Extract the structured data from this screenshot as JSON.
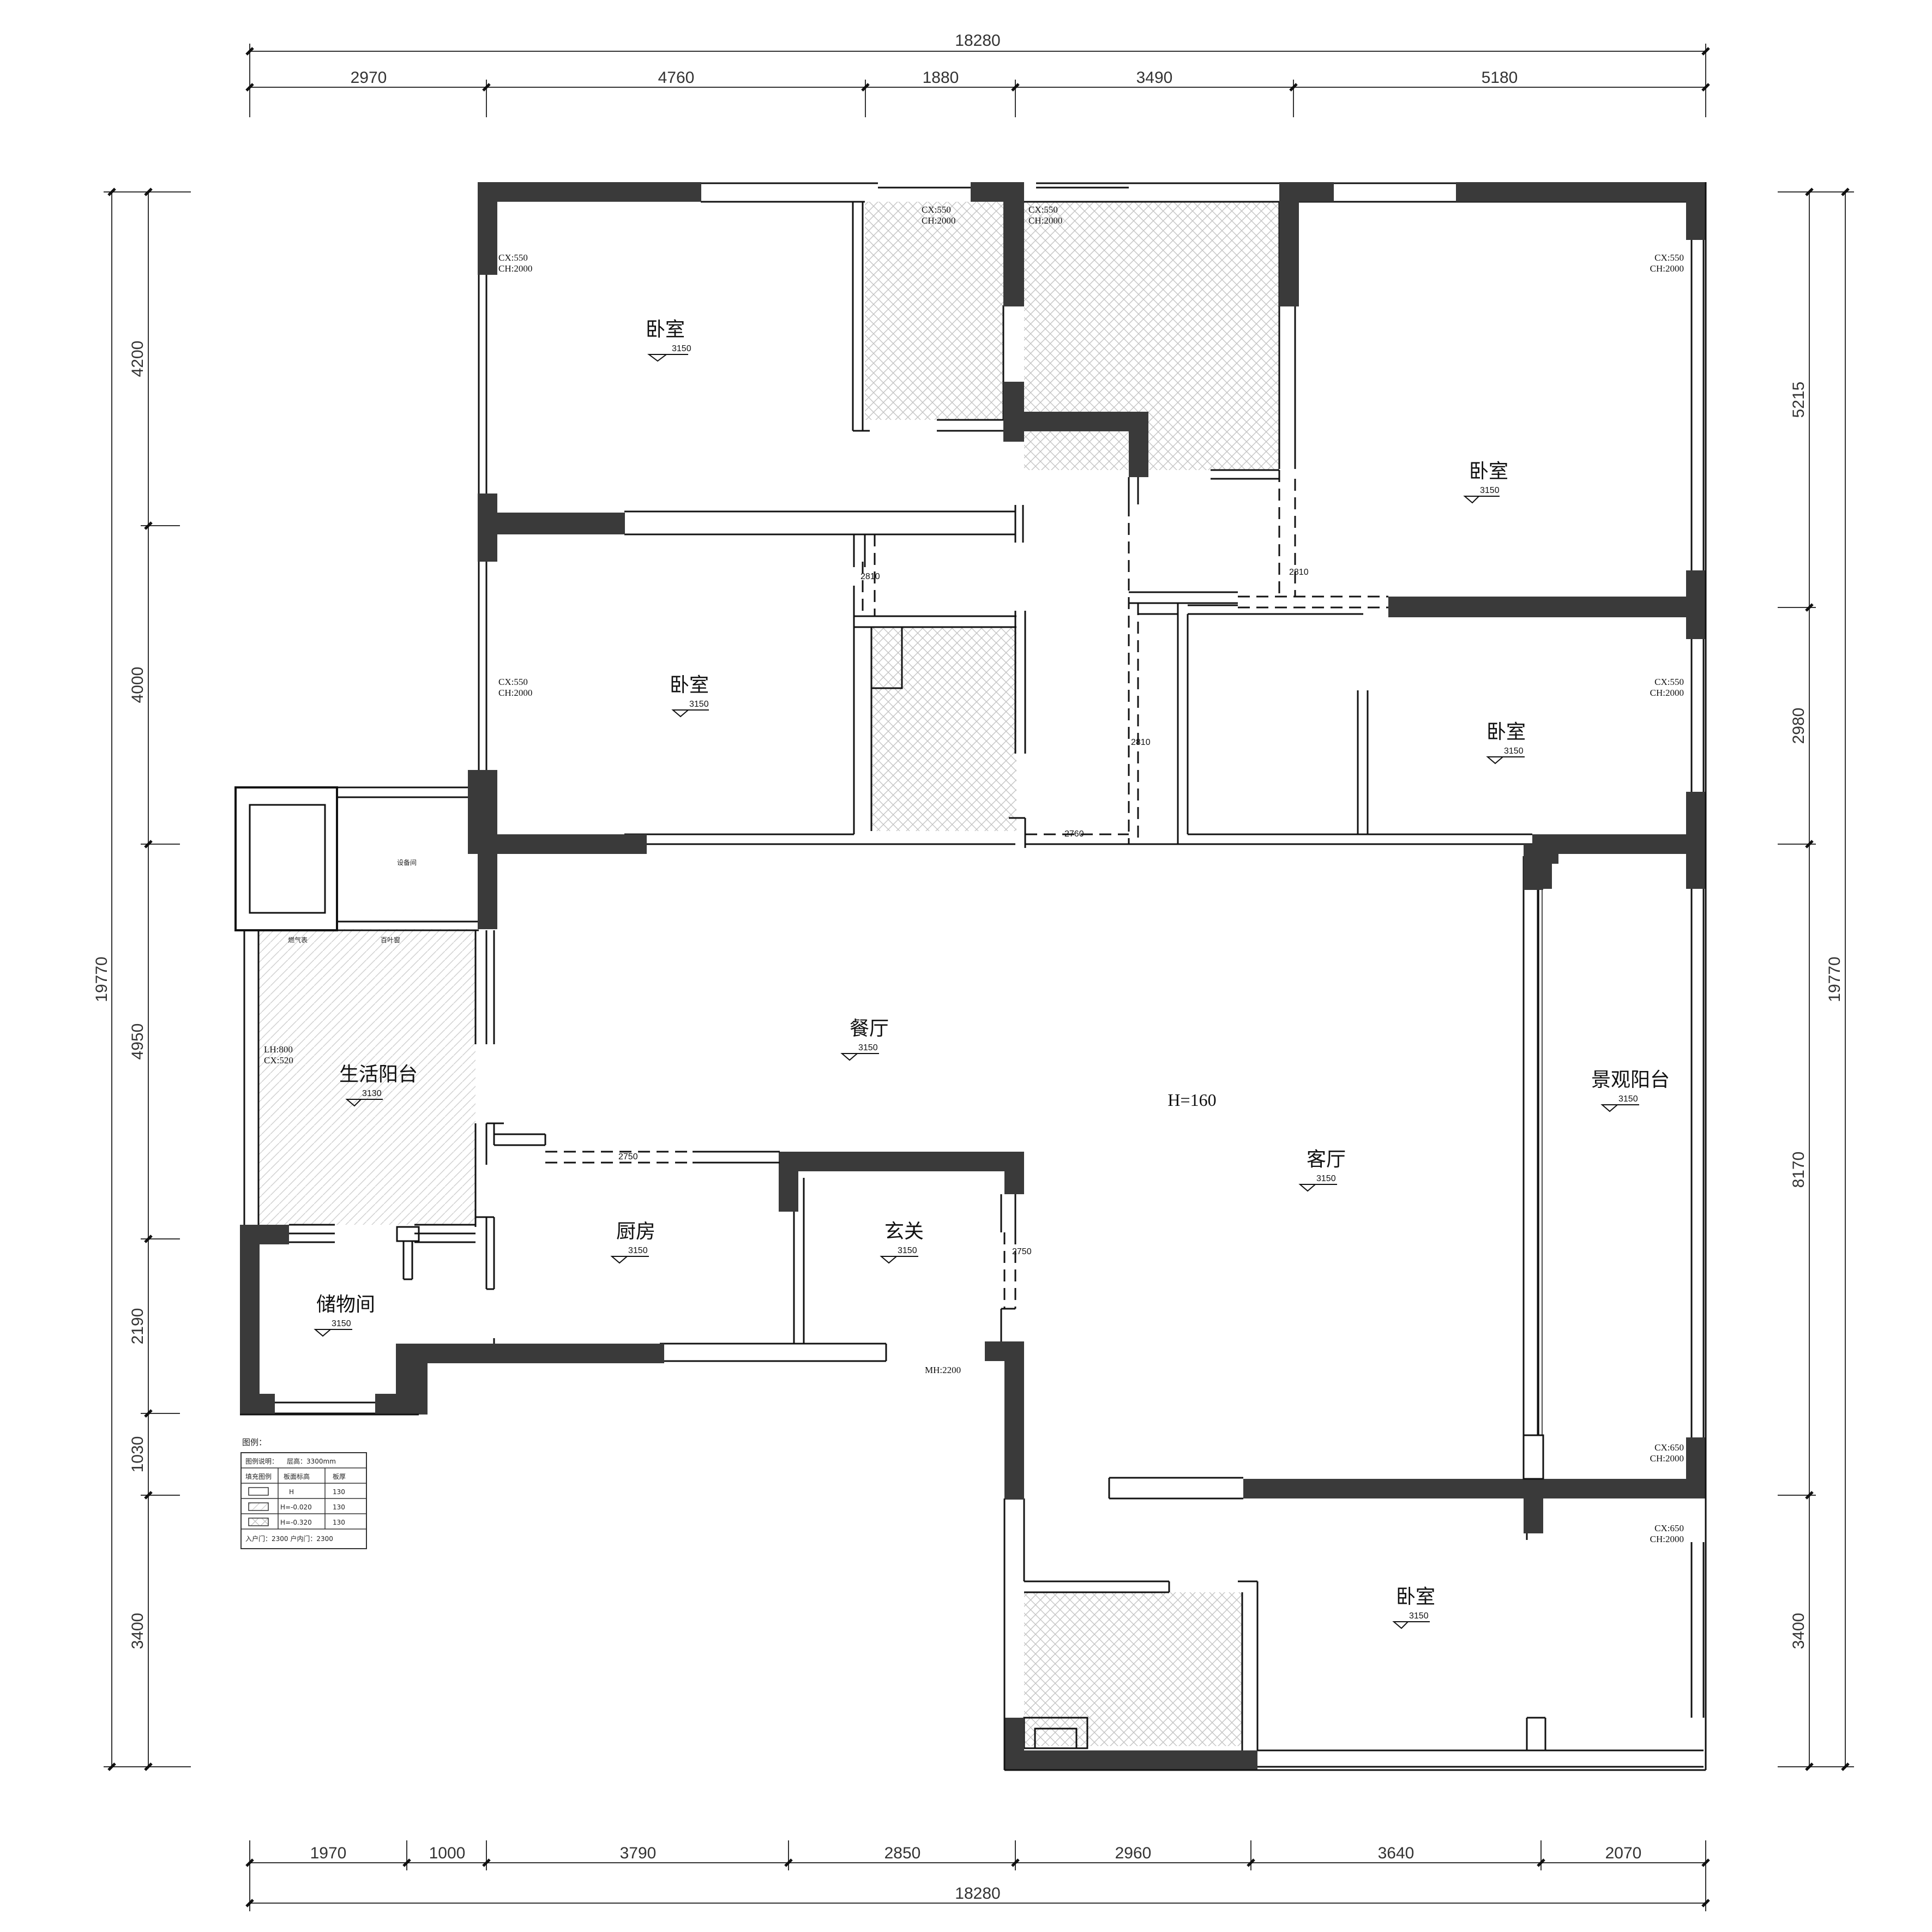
{
  "dimensions": {
    "top_total": "18280",
    "top": [
      "2970",
      "4760",
      "1880",
      "3490",
      "5180"
    ],
    "bottom_total": "18280",
    "bottom": [
      "1970",
      "1000",
      "3790",
      "2850",
      "2960",
      "3640",
      "2070"
    ],
    "left_total": "19770",
    "left": [
      "4200",
      "4000",
      "4950",
      "2190",
      "1030",
      "3400"
    ],
    "right_total": "19770",
    "right": [
      "5215",
      "2980",
      "8170",
      "3400"
    ]
  },
  "rooms": {
    "bedroom_nw": {
      "name": "卧室",
      "level": "3150"
    },
    "bedroom_w": {
      "name": "卧室",
      "level": "3150"
    },
    "bedroom_ne": {
      "name": "卧室",
      "level": "3150"
    },
    "bedroom_e": {
      "name": "卧室",
      "level": "3150"
    },
    "bedroom_se": {
      "name": "卧室",
      "level": "3150"
    },
    "dining": {
      "name": "餐厅",
      "level": "3150"
    },
    "living": {
      "name": "客厅",
      "level": "3150"
    },
    "balcony_life": {
      "name": "生活阳台",
      "level": "3130"
    },
    "balcony_view": {
      "name": "景观阳台",
      "level": "3150"
    },
    "kitchen": {
      "name": "厨房",
      "level": "3150"
    },
    "foyer": {
      "name": "玄关",
      "level": "3150"
    },
    "storage": {
      "name": "储物间",
      "level": "3150"
    },
    "equipment": {
      "name": "设备间"
    }
  },
  "labels": {
    "height_mark": "H=160",
    "gas_meter": "燃气表",
    "louver": "百叶窗",
    "mh": "MH:2200",
    "lh": "LH:800",
    "cx520": "CX:520",
    "cx550": "CX:550",
    "cx650": "CX:650",
    "ch2000": "CH:2000",
    "door_2810": "2810",
    "door_2760": "2760",
    "door_2750": "2750"
  },
  "legend": {
    "title": "图例：",
    "header_left": "图例说明：",
    "header_right": "层高：3300mm",
    "col1": "填充图例",
    "col2": "板面标高",
    "col3": "板厚",
    "rows": [
      {
        "level": "H",
        "thick": "130"
      },
      {
        "level": "H=-0.020",
        "thick": "130"
      },
      {
        "level": "H=-0.320",
        "thick": "130"
      }
    ],
    "footer": "入户门：2300 户内门：2300"
  },
  "colors": {
    "wall": "#3a3a3a",
    "line": "#111111",
    "hatch": "#bdbdbd"
  }
}
